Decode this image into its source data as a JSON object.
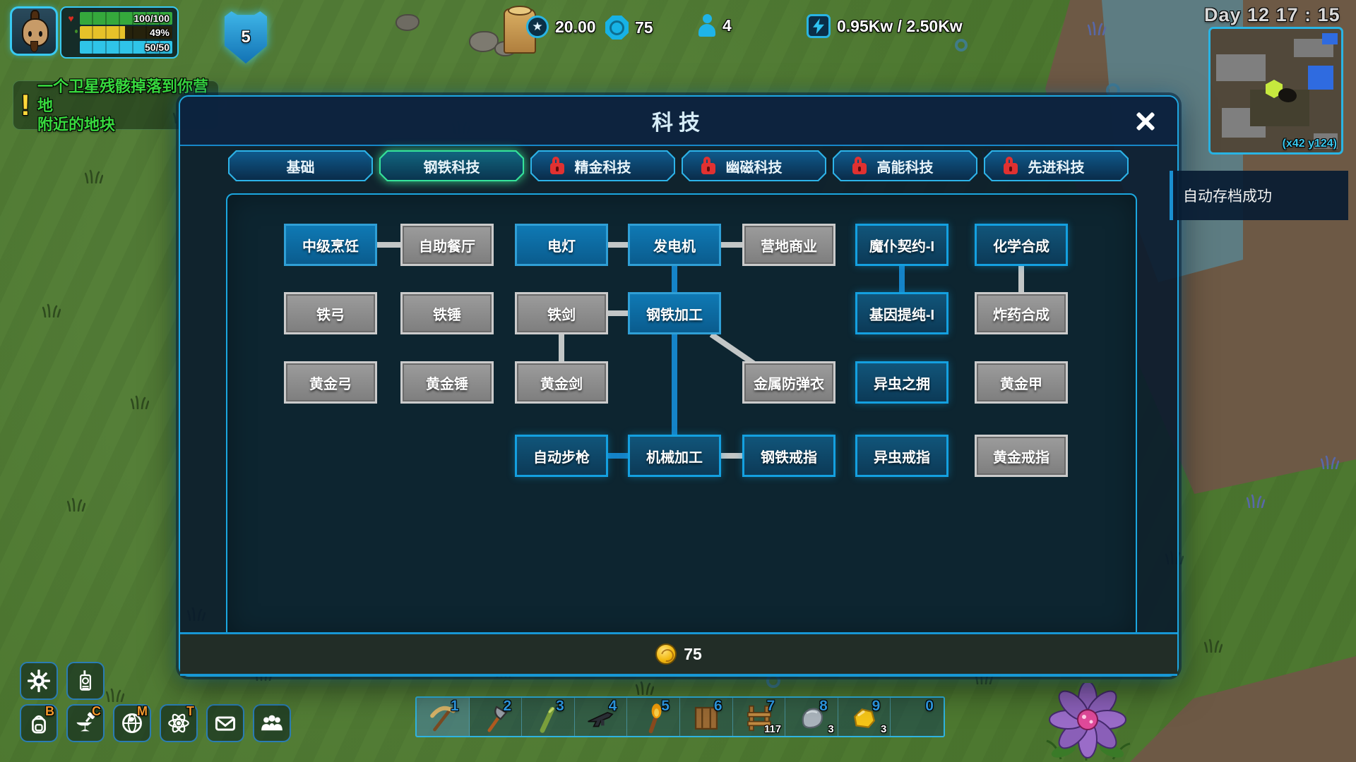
{
  "hud": {
    "time": "Day 12 17 : 15",
    "stats": {
      "hp_label": "100/100",
      "food_label": "49%",
      "water_label": "50/50",
      "shield_label": "5"
    },
    "resources": {
      "research": "20.00",
      "gems": "75",
      "population": "4",
      "power": "0.95Kw / 2.50Kw"
    },
    "notification": {
      "line1": "一个卫星残骸掉落到你营地",
      "line2": "附近的地块"
    },
    "toast": "自动存档成功",
    "minimap_coords": "(x42 y124)"
  },
  "dialog": {
    "title": "科技",
    "coins": "75",
    "tabs": [
      {
        "label": "基础",
        "state": "normal"
      },
      {
        "label": "钢铁科技",
        "state": "selected"
      },
      {
        "label": "精金科技",
        "state": "locked"
      },
      {
        "label": "幽磁科技",
        "state": "locked"
      },
      {
        "label": "高能科技",
        "state": "locked"
      },
      {
        "label": "先进科技",
        "state": "locked"
      }
    ],
    "tech_tree": {
      "nodes": [
        {
          "id": "cooking2",
          "label": "中级烹饪",
          "col": 0,
          "row": 0,
          "state": "researched"
        },
        {
          "id": "cafeteria",
          "label": "自助餐厅",
          "col": 1,
          "row": 0,
          "state": "locked"
        },
        {
          "id": "lamp",
          "label": "电灯",
          "col": 2,
          "row": 0,
          "state": "researched"
        },
        {
          "id": "generator",
          "label": "发电机",
          "col": 3,
          "row": 0,
          "state": "researched"
        },
        {
          "id": "commerce",
          "label": "营地商业",
          "col": 4,
          "row": 0,
          "state": "locked"
        },
        {
          "id": "servant1",
          "label": "魔仆契约-I",
          "col": 5,
          "row": 0,
          "state": "available"
        },
        {
          "id": "chem",
          "label": "化学合成",
          "col": 6,
          "row": 0,
          "state": "available"
        },
        {
          "id": "ironbow",
          "label": "铁弓",
          "col": 0,
          "row": 1,
          "state": "locked"
        },
        {
          "id": "ironhammer",
          "label": "铁锤",
          "col": 1,
          "row": 1,
          "state": "locked"
        },
        {
          "id": "ironsword",
          "label": "铁剑",
          "col": 2,
          "row": 1,
          "state": "locked"
        },
        {
          "id": "steelwork",
          "label": "钢铁加工",
          "col": 3,
          "row": 1,
          "state": "researched"
        },
        {
          "id": "gene1",
          "label": "基因提纯-I",
          "col": 5,
          "row": 1,
          "state": "available"
        },
        {
          "id": "explosive",
          "label": "炸药合成",
          "col": 6,
          "row": 1,
          "state": "locked"
        },
        {
          "id": "goldbow",
          "label": "黄金弓",
          "col": 0,
          "row": 2,
          "state": "locked"
        },
        {
          "id": "goldhammer",
          "label": "黄金锤",
          "col": 1,
          "row": 2,
          "state": "locked"
        },
        {
          "id": "goldsword",
          "label": "黄金剑",
          "col": 2,
          "row": 2,
          "state": "locked"
        },
        {
          "id": "vest",
          "label": "金属防弹衣",
          "col": 4,
          "row": 2,
          "state": "locked"
        },
        {
          "id": "zerg",
          "label": "异虫之拥",
          "col": 5,
          "row": 2,
          "state": "available"
        },
        {
          "id": "goldarmor",
          "label": "黄金甲",
          "col": 6,
          "row": 2,
          "state": "locked"
        },
        {
          "id": "rifle",
          "label": "自动步枪",
          "col": 2,
          "row": 3,
          "state": "available"
        },
        {
          "id": "machining",
          "label": "机械加工",
          "col": 3,
          "row": 3,
          "state": "available"
        },
        {
          "id": "steelring",
          "label": "钢铁戒指",
          "col": 4,
          "row": 3,
          "state": "available"
        },
        {
          "id": "zergring",
          "label": "异虫戒指",
          "col": 5,
          "row": 3,
          "state": "available"
        },
        {
          "id": "goldring",
          "label": "黄金戒指",
          "col": 6,
          "row": 3,
          "state": "locked"
        }
      ],
      "edges": [
        {
          "from": "cooking2",
          "to": "cafeteria",
          "color": "gray"
        },
        {
          "from": "lamp",
          "to": "generator",
          "color": "gray"
        },
        {
          "from": "generator",
          "to": "commerce",
          "color": "gray"
        },
        {
          "from": "generator",
          "to": "steelwork",
          "color": "blue"
        },
        {
          "from": "ironsword",
          "to": "steelwork",
          "color": "gray"
        },
        {
          "from": "ironsword",
          "to": "goldsword",
          "color": "gray"
        },
        {
          "from": "steelwork",
          "to": "machining",
          "color": "blue"
        },
        {
          "from": "steelwork",
          "to": "vest",
          "color": "gray"
        },
        {
          "from": "servant1",
          "to": "gene1",
          "color": "blue"
        },
        {
          "from": "chem",
          "to": "explosive",
          "color": "gray"
        },
        {
          "from": "rifle",
          "to": "machining",
          "color": "blue"
        },
        {
          "from": "machining",
          "to": "steelring",
          "color": "gray"
        }
      ]
    }
  },
  "hotbar": {
    "slots": [
      {
        "num": "1",
        "item": "pickaxe",
        "count": "",
        "selected": true
      },
      {
        "num": "2",
        "item": "axe",
        "count": "",
        "selected": false
      },
      {
        "num": "3",
        "item": "club",
        "count": "",
        "selected": false
      },
      {
        "num": "4",
        "item": "rifle",
        "count": "",
        "selected": false
      },
      {
        "num": "5",
        "item": "torch",
        "count": "",
        "selected": false
      },
      {
        "num": "6",
        "item": "crate",
        "count": "",
        "selected": false
      },
      {
        "num": "7",
        "item": "fence",
        "count": "117",
        "selected": false
      },
      {
        "num": "8",
        "item": "stone",
        "count": "3",
        "selected": false
      },
      {
        "num": "9",
        "item": "gold-ore",
        "count": "3",
        "selected": false
      },
      {
        "num": "0",
        "item": "empty",
        "count": "",
        "selected": false
      }
    ]
  },
  "menu": {
    "row1": [
      {
        "icon": "gear",
        "name": "settings",
        "key": ""
      },
      {
        "icon": "radio",
        "name": "detector",
        "key": ""
      }
    ],
    "row2": [
      {
        "icon": "backpack",
        "name": "inventory",
        "key": "B"
      },
      {
        "icon": "anvil",
        "name": "crafting",
        "key": "C"
      },
      {
        "icon": "globe",
        "name": "map",
        "key": "M"
      },
      {
        "icon": "atom",
        "name": "tech",
        "key": "T"
      },
      {
        "icon": "mail",
        "name": "mail",
        "key": ""
      },
      {
        "icon": "people",
        "name": "social",
        "key": ""
      }
    ]
  },
  "colors": {
    "accent": "#1ea7e2",
    "edge_gray": "#c2c6c6",
    "edge_blue": "#1583c7",
    "tab_selected_green": "#35e39a",
    "hp_green": "#35a83c",
    "food_yellow": "#e6c229",
    "water_cyan": "#2fc4e8"
  }
}
